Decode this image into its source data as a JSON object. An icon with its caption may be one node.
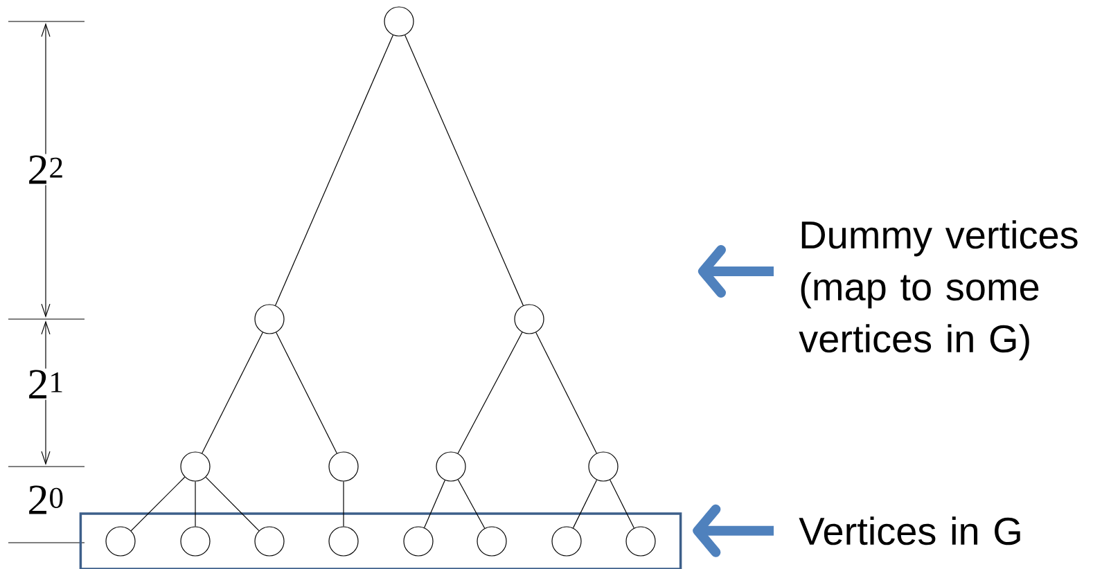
{
  "diagram": {
    "nodes": [
      {
        "text": [],
        "shape": "circle"
      },
      {
        "text": [],
        "shape": "circle"
      },
      {
        "text": [],
        "shape": "circle"
      },
      {
        "text": [],
        "shape": "circle"
      },
      {
        "text": [],
        "shape": "circle"
      },
      {
        "text": [],
        "shape": "circle"
      },
      {
        "text": [],
        "shape": "circle"
      },
      {
        "text": [],
        "shape": "box"
      },
      {
        "text": [],
        "shape": "circle",
        "in": 7
      },
      {
        "text": [],
        "shape": "circle",
        "in": 7
      },
      {
        "text": [],
        "shape": "circle",
        "in": 7
      },
      {
        "text": [],
        "shape": "circle",
        "in": 7
      },
      {
        "text": [],
        "shape": "circle",
        "in": 7
      },
      {
        "text": [],
        "shape": "circle",
        "in": 7
      },
      {
        "text": [],
        "shape": "circle",
        "in": 7
      },
      {
        "text": [],
        "shape": "circle",
        "in": 7
      },
      {
        "text": [
          "Dummy vertices (map to some vertices in G)"
        ]
      },
      {
        "text": [
          "Vertices in G"
        ]
      }
    ],
    "edges": [
      {
        "from": 0,
        "to": 1,
        "arrow": "none"
      },
      {
        "from": 0,
        "to": 2,
        "arrow": "none"
      },
      {
        "from": 1,
        "to": 3,
        "arrow": "none"
      },
      {
        "from": 1,
        "to": 4,
        "arrow": "none"
      },
      {
        "from": 2,
        "to": 5,
        "arrow": "none"
      },
      {
        "from": 2,
        "to": 6,
        "arrow": "none"
      },
      {
        "from": 3,
        "to": 8,
        "arrow": "none"
      },
      {
        "from": 3,
        "to": 9,
        "arrow": "none"
      },
      {
        "from": 3,
        "to": 10,
        "arrow": "none"
      },
      {
        "from": 4,
        "to": 11,
        "arrow": "none"
      },
      {
        "from": 5,
        "to": 12,
        "arrow": "none"
      },
      {
        "from": 5,
        "to": 13,
        "arrow": "none"
      },
      {
        "from": 6,
        "to": 14,
        "arrow": "none"
      },
      {
        "from": 6,
        "to": 15,
        "arrow": "none"
      },
      {
        "from": 16,
        "to": null,
        "arrow": "to",
        "style": "thick",
        "color": "#4f81bd"
      },
      {
        "from": 17,
        "to": 7,
        "arrow": "to",
        "style": "thick",
        "color": "#4f81bd"
      }
    ],
    "labels": [
      "2$^{2}$",
      "2$^{1}$",
      "2$^{0}$"
    ]
  }
}
